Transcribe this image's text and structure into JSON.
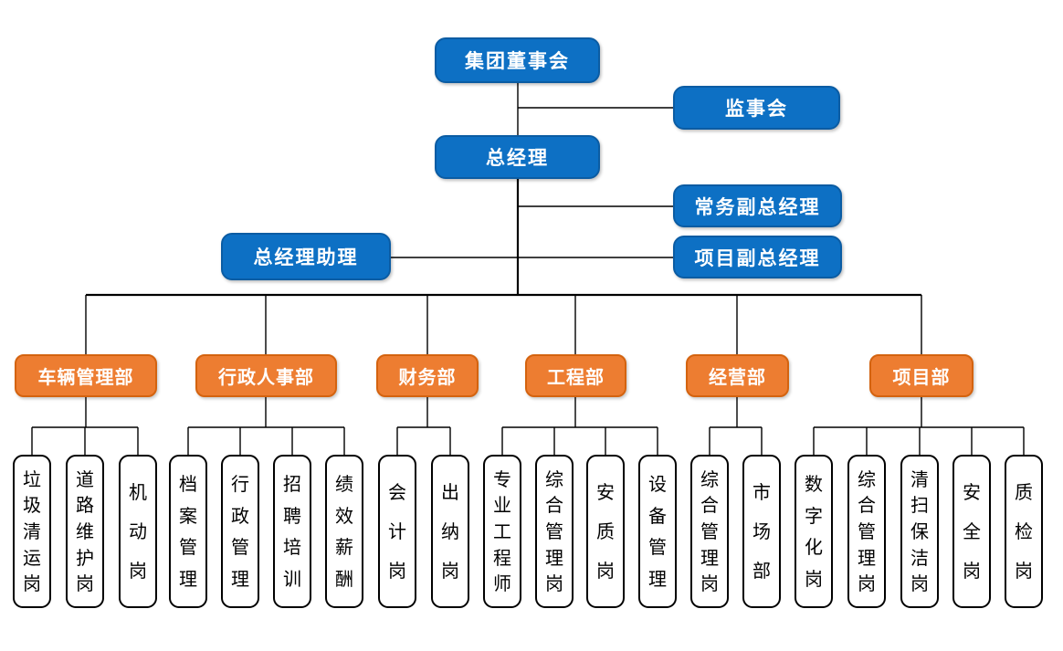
{
  "org_chart": {
    "executives": {
      "board": "集团董事会",
      "supervisory_board": "监事会",
      "general_manager": "总经理",
      "executive_deputy_gm": "常务副总经理",
      "gm_assistant": "总经理助理",
      "project_deputy_gm": "项目副总经理"
    },
    "departments": [
      {
        "label": "车辆管理部",
        "positions": [
          "垃圾清运岗",
          "道路维护岗",
          "机动岗"
        ]
      },
      {
        "label": "行政人事部",
        "positions": [
          "档案管理",
          "行政管理",
          "招聘培训",
          "绩效薪酬"
        ]
      },
      {
        "label": "财务部",
        "positions": [
          "会计岗",
          "出纳岗"
        ]
      },
      {
        "label": "工程部",
        "positions": [
          "专业工程师",
          "综合管理岗",
          "安质岗",
          "设备管理"
        ]
      },
      {
        "label": "经营部",
        "positions": [
          "综合管理岗",
          "市场部"
        ]
      },
      {
        "label": "项目部",
        "positions": [
          "数字化岗",
          "综合管理岗",
          "清扫保洁岗",
          "安全岗",
          "质检岗"
        ]
      }
    ],
    "colors": {
      "executive_fill": "#0d70c4",
      "executive_border": "#0b5ca3",
      "department_fill": "#ed7d31",
      "department_border": "#d4630f",
      "position_fill": "#ffffff",
      "position_border": "#000000",
      "line": "#000000",
      "text_on_fill": "#ffffff"
    }
  }
}
